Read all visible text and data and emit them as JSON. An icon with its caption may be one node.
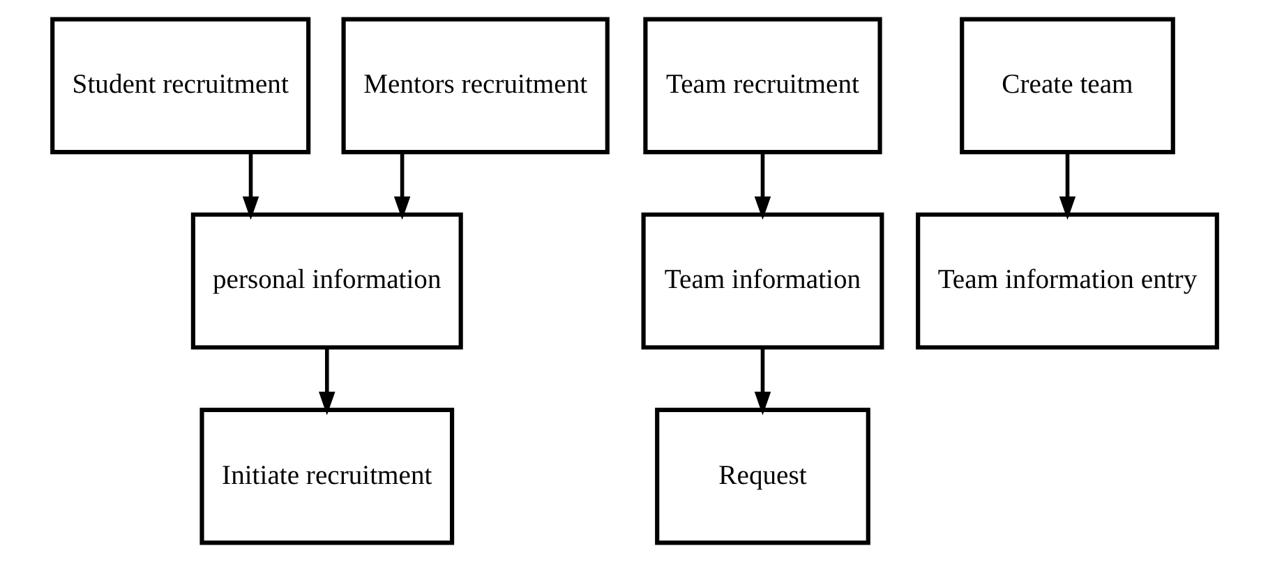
{
  "diagram": {
    "nodes": [
      {
        "text": [
          "Student recruitment"
        ]
      },
      {
        "text": [
          "Mentors recruitment"
        ]
      },
      {
        "text": [
          "personal information"
        ]
      },
      {
        "text": [
          "Initiate recruitment"
        ]
      },
      {
        "text": [
          "Team recruitment"
        ]
      },
      {
        "text": [
          "Team information"
        ]
      },
      {
        "text": [
          "Request"
        ]
      },
      {
        "text": [
          "Create team"
        ]
      },
      {
        "text": [
          "Team information entry"
        ]
      }
    ],
    "edges": [
      {
        "from": 0,
        "to": 2,
        "arrow": "to"
      },
      {
        "from": 1,
        "to": 2,
        "arrow": "to"
      },
      {
        "from": 2,
        "to": 3,
        "arrow": "to"
      },
      {
        "from": 4,
        "to": 5,
        "arrow": "to"
      },
      {
        "from": 5,
        "to": 6,
        "arrow": "to"
      },
      {
        "from": 7,
        "to": 8,
        "arrow": "to"
      }
    ]
  }
}
